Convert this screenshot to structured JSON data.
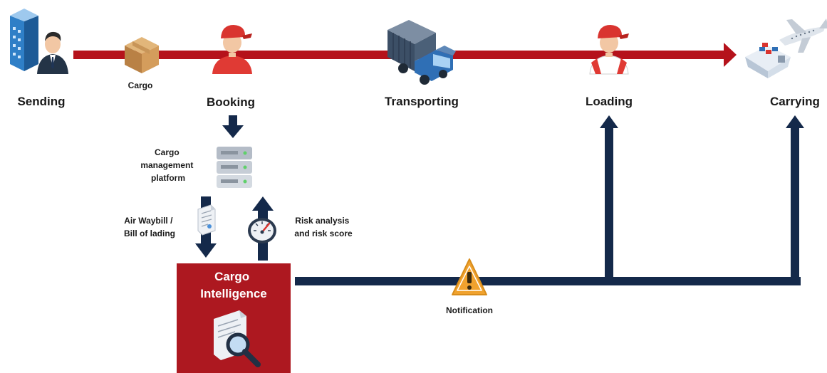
{
  "stages": [
    {
      "label": "Sending"
    },
    {
      "label": "Booking"
    },
    {
      "label": "Transporting"
    },
    {
      "label": "Loading"
    },
    {
      "label": "Carrying"
    }
  ],
  "cargo_label": "Cargo",
  "platform_label": [
    "Cargo",
    "management",
    "platform"
  ],
  "waybill_label": [
    "Air Waybill /",
    "Bill of lading"
  ],
  "risk_label": [
    "Risk analysis",
    "and risk score"
  ],
  "intelligence_title": [
    "Cargo",
    "Intelligence"
  ],
  "notification_label": "Notification",
  "colors": {
    "red_line": "#b5121b",
    "navy": "#14294a",
    "box_red": "#ad1820",
    "warning": "#f0a22e"
  }
}
